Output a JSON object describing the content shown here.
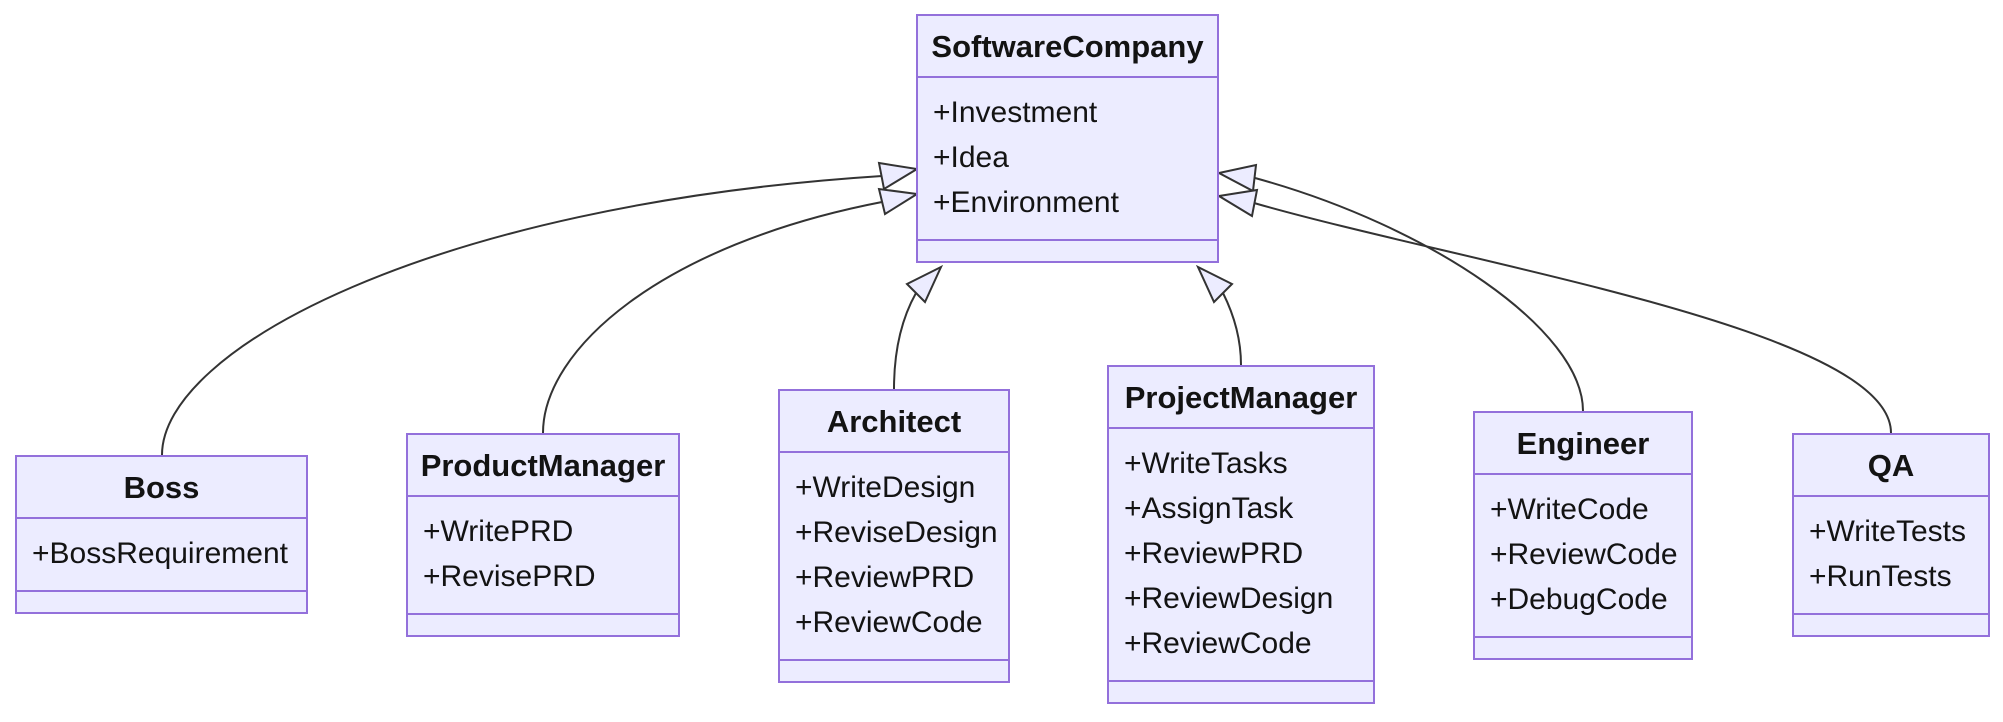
{
  "diagram": {
    "type": "uml-class-diagram",
    "colors": {
      "node_fill": "#ECECFF",
      "node_border": "#9370DB",
      "edge": "#333333",
      "text": "#131313",
      "background": "#FFFFFF"
    },
    "classes": [
      {
        "id": "softwarecompany",
        "name": "SoftwareCompany",
        "attributes": [
          "+Investment",
          "+Idea",
          "+Environment"
        ],
        "methods": []
      },
      {
        "id": "boss",
        "name": "Boss",
        "attributes": [
          "+BossRequirement"
        ],
        "methods": []
      },
      {
        "id": "productmanager",
        "name": "ProductManager",
        "attributes": [
          "+WritePRD",
          "+RevisePRD"
        ],
        "methods": []
      },
      {
        "id": "architect",
        "name": "Architect",
        "attributes": [
          "+WriteDesign",
          "+ReviseDesign",
          "+ReviewPRD",
          "+ReviewCode"
        ],
        "methods": []
      },
      {
        "id": "projectmanager",
        "name": "ProjectManager",
        "attributes": [
          "+WriteTasks",
          "+AssignTask",
          "+ReviewPRD",
          "+ReviewDesign",
          "+ReviewCode"
        ],
        "methods": []
      },
      {
        "id": "engineer",
        "name": "Engineer",
        "attributes": [
          "+WriteCode",
          "+ReviewCode",
          "+DebugCode"
        ],
        "methods": []
      },
      {
        "id": "qa",
        "name": "QA",
        "attributes": [
          "+WriteTests",
          "+RunTests"
        ],
        "methods": []
      }
    ],
    "relations": [
      {
        "from": "Boss",
        "to": "SoftwareCompany",
        "type": "inheritance"
      },
      {
        "from": "ProductManager",
        "to": "SoftwareCompany",
        "type": "inheritance"
      },
      {
        "from": "Architect",
        "to": "SoftwareCompany",
        "type": "inheritance"
      },
      {
        "from": "ProjectManager",
        "to": "SoftwareCompany",
        "type": "inheritance"
      },
      {
        "from": "Engineer",
        "to": "SoftwareCompany",
        "type": "inheritance"
      },
      {
        "from": "QA",
        "to": "SoftwareCompany",
        "type": "inheritance"
      }
    ]
  }
}
